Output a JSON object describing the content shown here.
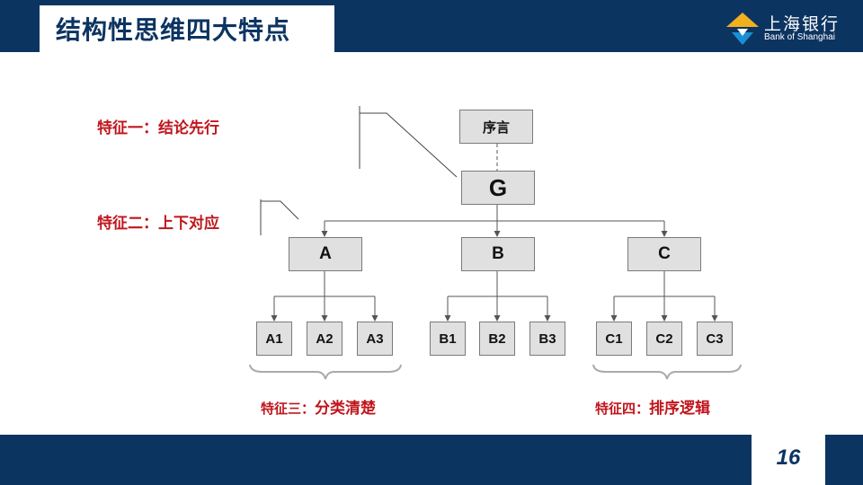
{
  "header": {
    "title": "结构性思维四大特点",
    "logo_cn": "上海银行",
    "logo_en": "Bank of Shanghai"
  },
  "features": {
    "f1": "特征一：结论先行",
    "f2": "特征二：上下对应",
    "f3_prefix": "特征三：",
    "f3_main": "分类清楚",
    "f4_prefix": "特征四：",
    "f4_main": "排序逻辑"
  },
  "tree": {
    "preface": "序言",
    "root": "G",
    "level1": [
      "A",
      "B",
      "C"
    ],
    "level2": [
      "A1",
      "A2",
      "A3",
      "B1",
      "B2",
      "B3",
      "C1",
      "C2",
      "C3"
    ]
  },
  "footer": {
    "page_number": "16"
  },
  "colors": {
    "navy": "#0c3461",
    "accent_red": "#c0151c",
    "node_fill": "#e0e0e0",
    "logo_yellow": "#f2b01e",
    "logo_blue": "#1a8fd6"
  }
}
